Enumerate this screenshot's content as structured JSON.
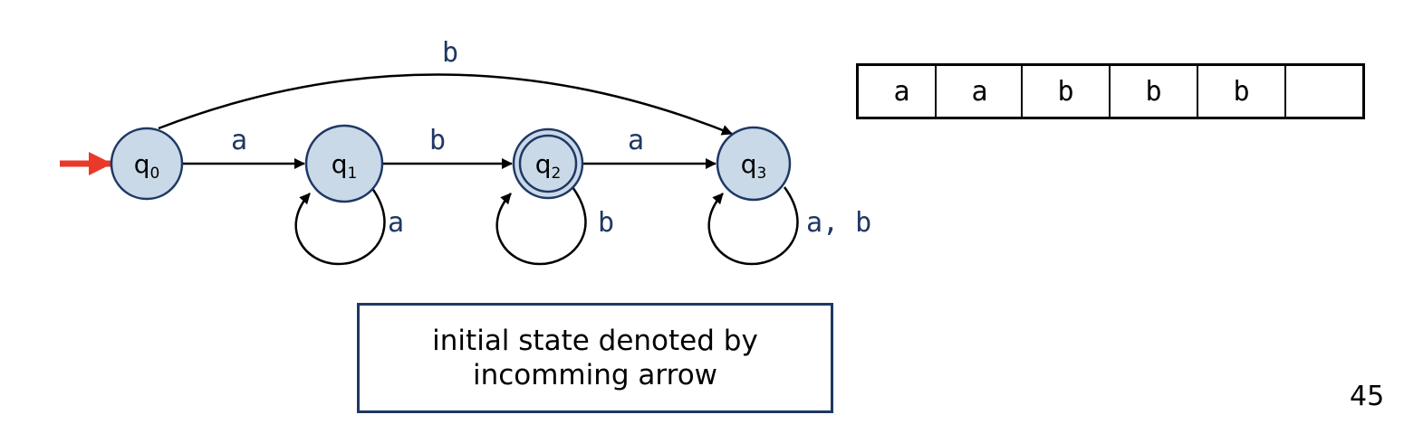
{
  "automaton": {
    "states": [
      {
        "id": "q0",
        "base": "q",
        "sub": "0",
        "accepting": false,
        "initial": true
      },
      {
        "id": "q1",
        "base": "q",
        "sub": "1",
        "accepting": false,
        "initial": false
      },
      {
        "id": "q2",
        "base": "q",
        "sub": "2",
        "accepting": true,
        "initial": false
      },
      {
        "id": "q3",
        "base": "q",
        "sub": "3",
        "accepting": false,
        "initial": false
      }
    ],
    "transitions": [
      {
        "from": "q0",
        "to": "q1",
        "label": "a"
      },
      {
        "from": "q1",
        "to": "q2",
        "label": "b"
      },
      {
        "from": "q2",
        "to": "q3",
        "label": "a"
      },
      {
        "from": "q0",
        "to": "q3",
        "label": "b"
      },
      {
        "from": "q1",
        "to": "q1",
        "label": "a"
      },
      {
        "from": "q2",
        "to": "q2",
        "label": "b"
      },
      {
        "from": "q3",
        "to": "q3",
        "label": "a, b"
      }
    ]
  },
  "tape": {
    "cells": [
      "a",
      "a",
      "b",
      "b",
      "b",
      ""
    ]
  },
  "note": {
    "line1": "initial state denoted by",
    "line2": "incomming arrow"
  },
  "page_number": "45",
  "colors": {
    "state_fill": "#c9d9e8",
    "state_stroke": "#1f3864",
    "label_color": "#1f3864",
    "initial_arrow": "#e8392b",
    "note_border": "#1f3864"
  }
}
